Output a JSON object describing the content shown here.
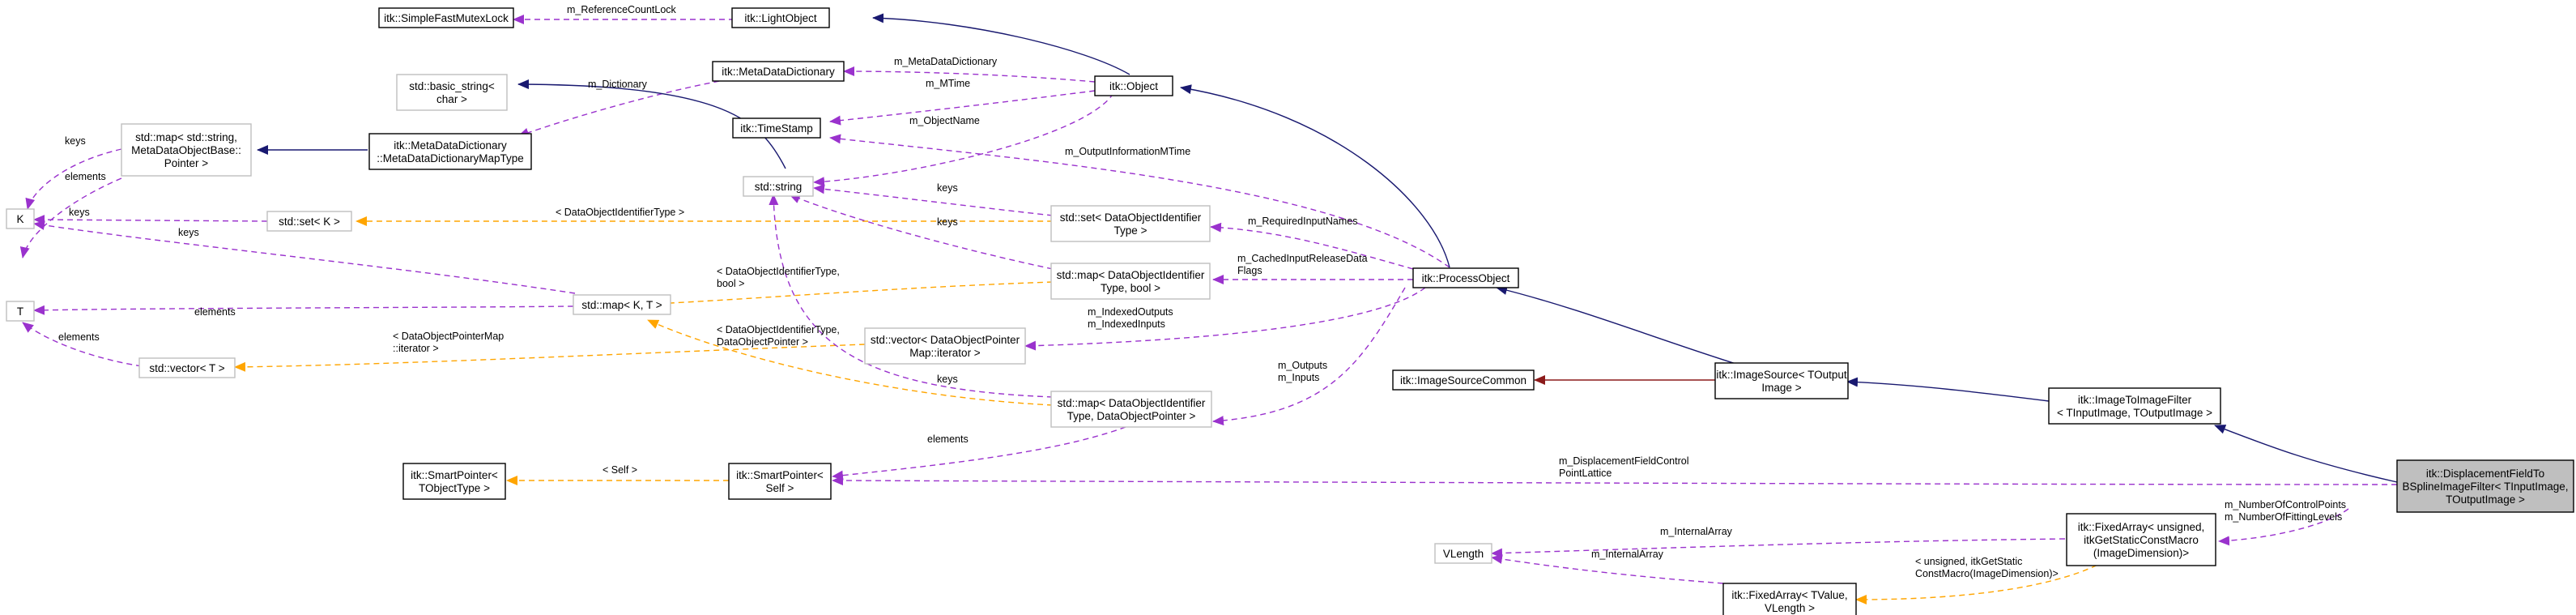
{
  "nodes": [
    {
      "id": "simplefastmutexlock",
      "lines": [
        "itk::SimpleFastMutexLock"
      ],
      "style": "solid"
    },
    {
      "id": "lightobject",
      "lines": [
        "itk::LightObject"
      ],
      "style": "solid"
    },
    {
      "id": "object",
      "lines": [
        "itk::Object"
      ],
      "style": "solid"
    },
    {
      "id": "metadatadictionary",
      "lines": [
        "itk::MetaDataDictionary"
      ],
      "style": "solid"
    },
    {
      "id": "basicstring",
      "lines": [
        "std::basic_string<",
        "char >"
      ],
      "style": "light"
    },
    {
      "id": "timestamp",
      "lines": [
        "itk::TimeStamp"
      ],
      "style": "solid"
    },
    {
      "id": "mdd-maptype",
      "lines": [
        "itk::MetaDataDictionary",
        "::MetaDataDictionaryMapType"
      ],
      "style": "solid"
    },
    {
      "id": "stdmap-string",
      "lines": [
        "std::map< std::string,",
        "MetaDataObjectBase::",
        "Pointer >"
      ],
      "style": "light"
    },
    {
      "id": "k",
      "lines": [
        "K"
      ],
      "style": "light"
    },
    {
      "id": "t",
      "lines": [
        "T"
      ],
      "style": "light"
    },
    {
      "id": "stdstring",
      "lines": [
        "std::string"
      ],
      "style": "light"
    },
    {
      "id": "setk",
      "lines": [
        "std::set< K >"
      ],
      "style": "light"
    },
    {
      "id": "mapkt",
      "lines": [
        "std::map< K, T >"
      ],
      "style": "light"
    },
    {
      "id": "vectort",
      "lines": [
        "std::vector< T >"
      ],
      "style": "light"
    },
    {
      "id": "set-doit",
      "lines": [
        "std::set< DataObjectIdentifier",
        "Type >"
      ],
      "style": "light"
    },
    {
      "id": "map-doit-bool",
      "lines": [
        "std::map< DataObjectIdentifier",
        "Type, bool >"
      ],
      "style": "light"
    },
    {
      "id": "vector-dopm",
      "lines": [
        "std::vector< DataObjectPointer",
        "Map::iterator >"
      ],
      "style": "light"
    },
    {
      "id": "map-doit-dop",
      "lines": [
        "std::map< DataObjectIdentifier",
        "Type, DataObjectPointer >"
      ],
      "style": "light"
    },
    {
      "id": "processobject",
      "lines": [
        "itk::ProcessObject"
      ],
      "style": "solid"
    },
    {
      "id": "imagesourcecommon",
      "lines": [
        "itk::ImageSourceCommon"
      ],
      "style": "solid"
    },
    {
      "id": "imagesource",
      "lines": [
        "itk::ImageSource< TOutput",
        "Image >"
      ],
      "style": "solid"
    },
    {
      "id": "imagetoimagefilter",
      "lines": [
        "itk::ImageToImageFilter",
        "< TInputImage, TOutputImage >"
      ],
      "style": "solid"
    },
    {
      "id": "displacementfield",
      "lines": [
        "itk::DisplacementFieldTo",
        "BSplineImageFilter< TInputImage,",
        "TOutputImage >"
      ],
      "style": "highlight"
    },
    {
      "id": "smartpointer-tobj",
      "lines": [
        "itk::SmartPointer<",
        "TObjectType >"
      ],
      "style": "solid"
    },
    {
      "id": "smartpointer-self",
      "lines": [
        "itk::SmartPointer<",
        "Self >"
      ],
      "style": "solid"
    },
    {
      "id": "vlength",
      "lines": [
        "VLength"
      ],
      "style": "light"
    },
    {
      "id": "fixedarray-unsigned",
      "lines": [
        "itk::FixedArray< unsigned,",
        "itkGetStaticConstMacro",
        "(ImageDimension)>"
      ],
      "style": "solid"
    },
    {
      "id": "fixedarray-tvalue",
      "lines": [
        "itk::FixedArray< TValue,",
        "VLength >"
      ],
      "style": "solid"
    }
  ],
  "edge_labels": [
    {
      "id": "m-referencecountlock",
      "lines": [
        "m_ReferenceCountLock"
      ]
    },
    {
      "id": "m-metadatadictionary",
      "lines": [
        "m_MetaDataDictionary"
      ]
    },
    {
      "id": "m-dictionary",
      "lines": [
        "m_Dictionary"
      ]
    },
    {
      "id": "m-mtime",
      "lines": [
        "m_MTime"
      ]
    },
    {
      "id": "m-objectname",
      "lines": [
        "m_ObjectName"
      ]
    },
    {
      "id": "m-outputinformationmtime",
      "lines": [
        "m_OutputInformationMTime"
      ]
    },
    {
      "id": "keys-1",
      "lines": [
        "keys"
      ]
    },
    {
      "id": "elements-1",
      "lines": [
        "elements"
      ]
    },
    {
      "id": "keys-2",
      "lines": [
        "keys"
      ]
    },
    {
      "id": "keys-3",
      "lines": [
        "keys"
      ]
    },
    {
      "id": "doit-1",
      "lines": [
        "< DataObjectIdentifierType >"
      ]
    },
    {
      "id": "keys-4",
      "lines": [
        "keys"
      ]
    },
    {
      "id": "keys-5",
      "lines": [
        "keys"
      ]
    },
    {
      "id": "m-requiredinputnames",
      "lines": [
        "m_RequiredInputNames"
      ]
    },
    {
      "id": "doit-bool",
      "lines": [
        "< DataObjectIdentifierType,",
        "bool >"
      ]
    },
    {
      "id": "m-cachedinput",
      "lines": [
        "m_CachedInputReleaseData",
        "Flags"
      ]
    },
    {
      "id": "elements-2",
      "lines": [
        "elements"
      ]
    },
    {
      "id": "m-indexed",
      "lines": [
        "m_IndexedOutputs",
        "m_IndexedInputs"
      ]
    },
    {
      "id": "elements-3",
      "lines": [
        "elements"
      ]
    },
    {
      "id": "dopm-iter",
      "lines": [
        "< DataObjectPointerMap",
        "::iterator >"
      ]
    },
    {
      "id": "doit-dop",
      "lines": [
        "< DataObjectIdentifierType,",
        "DataObjectPointer >"
      ]
    },
    {
      "id": "keys-6",
      "lines": [
        "keys"
      ]
    },
    {
      "id": "m-outputs",
      "lines": [
        "m_Outputs",
        "m_Inputs"
      ]
    },
    {
      "id": "elements-4",
      "lines": [
        "elements"
      ]
    },
    {
      "id": "self",
      "lines": [
        "< Self >"
      ]
    },
    {
      "id": "m-displacementfield",
      "lines": [
        "m_DisplacementFieldControl",
        "PointLattice"
      ]
    },
    {
      "id": "m-internalarray-1",
      "lines": [
        "m_InternalArray"
      ]
    },
    {
      "id": "m-numberofcontrol",
      "lines": [
        "m_NumberOfControlPoints",
        "m_NumberOfFittingLevels"
      ]
    },
    {
      "id": "m-internalarray-2",
      "lines": [
        "m_InternalArray"
      ]
    },
    {
      "id": "unsigned-macro",
      "lines": [
        "< unsigned, itkGetStatic",
        "ConstMacro(ImageDimension)>"
      ]
    }
  ],
  "colors": {
    "inherit": "#191970",
    "use": "#9a32cd",
    "template": "#ffa500",
    "protect": "#8b1a1a",
    "highlight": "#bfbfbf"
  }
}
